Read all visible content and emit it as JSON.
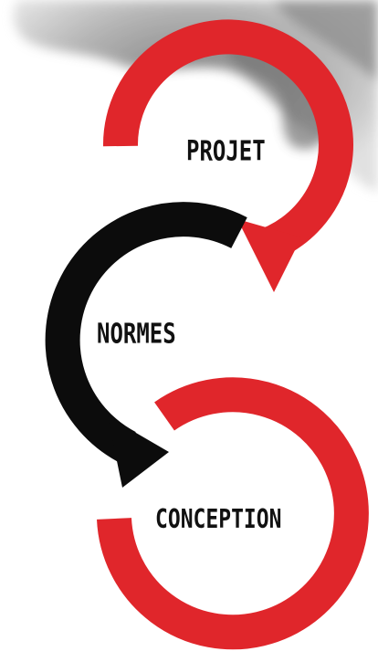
{
  "steps": [
    {
      "label": "PROJET",
      "color": "#e0262b"
    },
    {
      "label": "NORMES",
      "color": "#0c0c0c"
    },
    {
      "label": "CONCEPTION",
      "color": "#e0262b"
    }
  ],
  "colors": {
    "red": "#e0262b",
    "black": "#0c0c0c",
    "smoke": "#8a8a8a",
    "background": "#ffffff"
  }
}
